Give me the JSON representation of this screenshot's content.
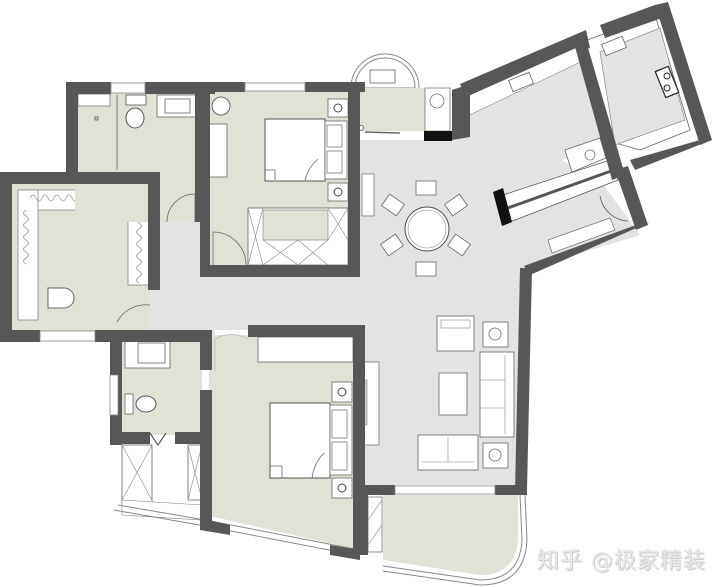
{
  "watermark": "知乎 @极家精装",
  "colors": {
    "wall": "#575757",
    "room_fill": "#e1e1d5",
    "public_fill": "#e3e3e3",
    "furniture": "#ffffff",
    "line": "#555555",
    "black_block": "#111111"
  },
  "rooms": [
    {
      "id": "walk-in-closet",
      "label": "Walk-in closet"
    },
    {
      "id": "bathroom-1",
      "label": "Bathroom (top-left)"
    },
    {
      "id": "bedroom-1",
      "label": "Bedroom (north)"
    },
    {
      "id": "laundry-balcony",
      "label": "Laundry balcony"
    },
    {
      "id": "kitchen",
      "label": "Kitchen"
    },
    {
      "id": "dining",
      "label": "Dining area"
    },
    {
      "id": "living",
      "label": "Living room"
    },
    {
      "id": "bathroom-2",
      "label": "Bathroom (south-left)"
    },
    {
      "id": "bedroom-2",
      "label": "Bedroom (south)"
    },
    {
      "id": "balcony",
      "label": "Balcony"
    }
  ]
}
